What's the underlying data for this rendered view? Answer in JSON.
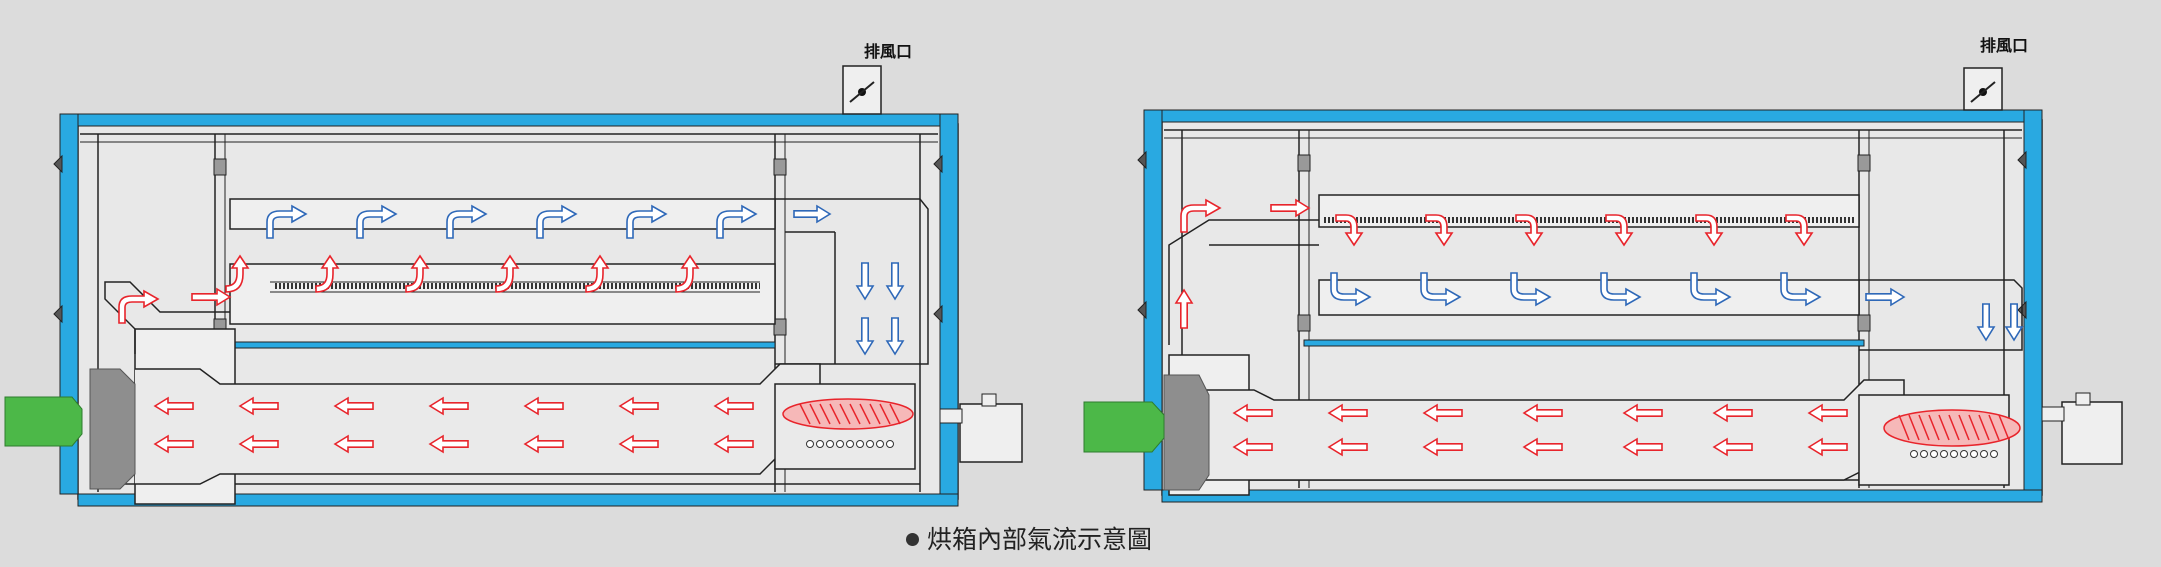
{
  "caption": "烘箱內部氣流示意圖",
  "ovens": [
    {
      "exhaust_label": "排風口",
      "warm_flow_direction": "up",
      "cool_flow_direction": "down"
    },
    {
      "exhaust_label": "排風口",
      "warm_flow_direction": "down",
      "cool_flow_direction": "down"
    }
  ],
  "colors": {
    "background": "#dcdcdc",
    "insulation": "#29a9e1",
    "frame_line": "#222222",
    "hot_air": "#e8242b",
    "cool_air": "#2e68b8",
    "blower": "#4cb848",
    "fan_housing": "#8e8e8e",
    "burner_flame": "#e8242b"
  },
  "icons": {
    "caption_bullet": "bullet-dot-icon",
    "exhaust_damper": "damper-valve-icon",
    "blower": "blower-fan-icon",
    "burner": "burner-flame-icon",
    "hot_arrow": "red-arrow-icon",
    "cool_arrow": "blue-arrow-icon"
  }
}
